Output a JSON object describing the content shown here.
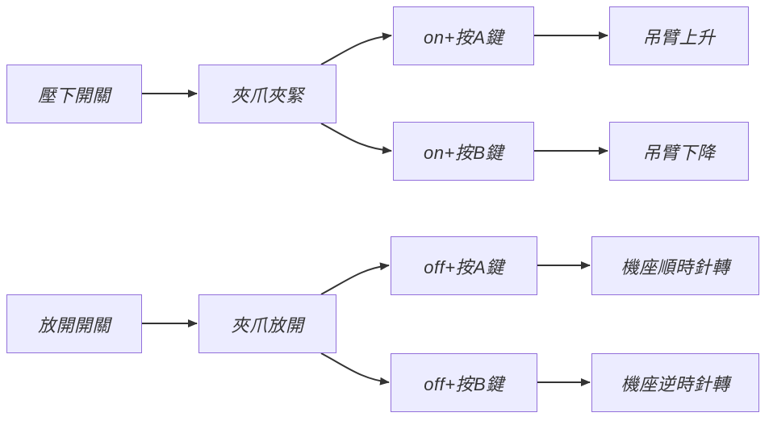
{
  "diagram": {
    "type": "flowchart",
    "direction": "left-to-right",
    "colors": {
      "background": "#FFFFFF",
      "node_fill": "#ECECFF",
      "node_border": "#9370DB",
      "edge_line": "#333333",
      "label_text": "#333333"
    },
    "nodes": [
      {
        "id": "press_switch",
        "label": "壓下開關"
      },
      {
        "id": "gripper_tighten",
        "label": "夾爪夾緊"
      },
      {
        "id": "on_plus_a",
        "label": "on+按A鍵"
      },
      {
        "id": "arm_up",
        "label": "吊臂上升"
      },
      {
        "id": "on_plus_b",
        "label": "on+按B鍵"
      },
      {
        "id": "arm_down",
        "label": "吊臂下降"
      },
      {
        "id": "release_switch",
        "label": "放開開關"
      },
      {
        "id": "gripper_release",
        "label": "夾爪放開"
      },
      {
        "id": "off_plus_a",
        "label": "off+按A鍵"
      },
      {
        "id": "base_clockwise",
        "label": "機座順時針轉"
      },
      {
        "id": "off_plus_b",
        "label": "off+按B鍵"
      },
      {
        "id": "base_counterclockwise",
        "label": "機座逆時針轉"
      }
    ],
    "edges": [
      {
        "from": "press_switch",
        "to": "gripper_tighten"
      },
      {
        "from": "gripper_tighten",
        "to": "on_plus_a"
      },
      {
        "from": "gripper_tighten",
        "to": "on_plus_b"
      },
      {
        "from": "on_plus_a",
        "to": "arm_up"
      },
      {
        "from": "on_plus_b",
        "to": "arm_down"
      },
      {
        "from": "release_switch",
        "to": "gripper_release"
      },
      {
        "from": "gripper_release",
        "to": "off_plus_a"
      },
      {
        "from": "gripper_release",
        "to": "off_plus_b"
      },
      {
        "from": "off_plus_a",
        "to": "base_clockwise"
      },
      {
        "from": "off_plus_b",
        "to": "base_counterclockwise"
      }
    ]
  }
}
